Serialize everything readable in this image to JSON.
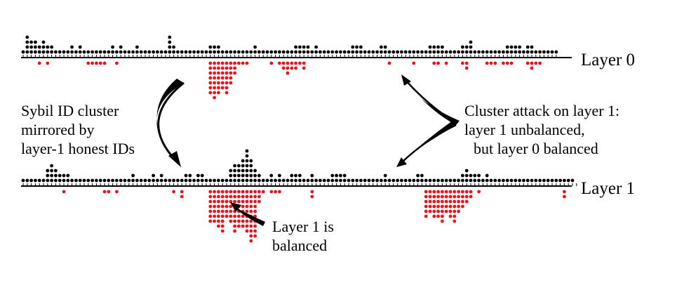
{
  "layers": [
    {
      "label": "Layer 0",
      "above": [
        1,
        4,
        3,
        3,
        2,
        3,
        2,
        2,
        1,
        1,
        1,
        1,
        2,
        1,
        2,
        1,
        1,
        1,
        1,
        1,
        1,
        1,
        2,
        1,
        2,
        1,
        1,
        1,
        2,
        1,
        1,
        1,
        1,
        1,
        1,
        1,
        4,
        2,
        1,
        1,
        1,
        1,
        1,
        1,
        1,
        1,
        2,
        2,
        2,
        1,
        1,
        1,
        1,
        1,
        1,
        1,
        1,
        2,
        1,
        1,
        1,
        1,
        1,
        1,
        1,
        1,
        1,
        2,
        2,
        2,
        2,
        1,
        2,
        1,
        1,
        1,
        1,
        1,
        1,
        1,
        1,
        2,
        2,
        2,
        1,
        1,
        1,
        1,
        2,
        2,
        1,
        1,
        1,
        1,
        1,
        1,
        1,
        1,
        1,
        1,
        2,
        2,
        2,
        2,
        1,
        1,
        1,
        1,
        2,
        2,
        3,
        1,
        1,
        1,
        1,
        1,
        1,
        1,
        1,
        2,
        2,
        2,
        2,
        1,
        2,
        2,
        1,
        1,
        1,
        1,
        1,
        1
      ],
      "below": [
        0,
        0,
        0,
        0,
        1,
        0,
        1,
        0,
        0,
        0,
        0,
        0,
        0,
        0,
        0,
        0,
        1,
        1,
        1,
        1,
        1,
        0,
        0,
        1,
        0,
        0,
        0,
        0,
        0,
        0,
        0,
        0,
        0,
        0,
        0,
        0,
        0,
        0,
        0,
        0,
        0,
        0,
        0,
        0,
        0,
        0,
        7,
        8,
        7,
        6,
        7,
        5,
        3,
        1,
        1,
        1,
        0,
        0,
        0,
        0,
        0,
        1,
        0,
        1,
        2,
        3,
        2,
        2,
        1,
        2,
        0,
        0,
        0,
        0,
        0,
        0,
        0,
        0,
        0,
        0,
        0,
        0,
        0,
        0,
        0,
        0,
        0,
        0,
        0,
        0,
        1,
        0,
        0,
        0,
        0,
        0,
        1,
        0,
        0,
        0,
        0,
        1,
        1,
        0,
        1,
        0,
        0,
        0,
        1,
        2,
        0,
        0,
        0,
        0,
        1,
        1,
        1,
        0,
        1,
        1,
        1,
        0,
        0,
        0,
        1,
        2,
        1,
        1,
        0,
        0,
        0,
        0
      ]
    },
    {
      "label": "Layer 1",
      "above": [
        1,
        1,
        1,
        1,
        1,
        1,
        3,
        4,
        3,
        2,
        2,
        2,
        1,
        1,
        1,
        1,
        1,
        1,
        1,
        1,
        1,
        1,
        1,
        1,
        1,
        1,
        1,
        2,
        1,
        1,
        1,
        1,
        2,
        1,
        2,
        1,
        1,
        1,
        1,
        1,
        2,
        2,
        1,
        2,
        2,
        1,
        1,
        1,
        1,
        1,
        1,
        3,
        4,
        4,
        5,
        7,
        5,
        3,
        2,
        1,
        1,
        2,
        1,
        2,
        1,
        1,
        2,
        2,
        2,
        1,
        1,
        2,
        1,
        1,
        1,
        1,
        2,
        2,
        2,
        2,
        1,
        1,
        1,
        1,
        1,
        1,
        1,
        1,
        1,
        2,
        1,
        1,
        1,
        1,
        1,
        1,
        1,
        2,
        2,
        1,
        1,
        1,
        1,
        1,
        1,
        1,
        1,
        1,
        2,
        3,
        2,
        2,
        2,
        1,
        2,
        1,
        1,
        1,
        1,
        1,
        1,
        1,
        1,
        1,
        1,
        1,
        1,
        1,
        1,
        1,
        1,
        1,
        1,
        1,
        1,
        1
      ],
      "below": [
        0,
        0,
        0,
        0,
        0,
        0,
        0,
        0,
        0,
        0,
        1,
        0,
        0,
        0,
        0,
        0,
        0,
        0,
        0,
        0,
        1,
        1,
        0,
        1,
        0,
        0,
        0,
        0,
        0,
        0,
        0,
        0,
        0,
        0,
        0,
        0,
        0,
        1,
        0,
        2,
        0,
        0,
        0,
        0,
        0,
        0,
        7,
        7,
        8,
        9,
        6,
        7,
        9,
        8,
        8,
        9,
        11,
        10,
        3,
        1,
        0,
        1,
        1,
        1,
        0,
        0,
        0,
        0,
        0,
        0,
        0,
        2,
        0,
        0,
        0,
        0,
        0,
        0,
        0,
        0,
        0,
        0,
        0,
        0,
        0,
        0,
        0,
        0,
        0,
        0,
        0,
        0,
        0,
        0,
        0,
        0,
        0,
        0,
        0,
        6,
        5,
        6,
        6,
        7,
        5,
        6,
        7,
        5,
        4,
        3,
        2,
        0,
        1,
        0,
        0,
        0,
        0,
        0,
        0,
        0,
        0,
        0,
        0,
        0,
        0,
        0,
        0,
        0,
        0,
        0,
        0,
        0,
        0,
        2,
        0,
        0,
        0
      ]
    }
  ],
  "annotations": {
    "sybil": [
      "Sybil ID cluster",
      "mirrored by",
      "layer-1 honest IDs"
    ],
    "attack": [
      "Cluster attack on layer 1:",
      "layer 1 unbalanced,",
      "but layer 0 balanced"
    ],
    "balanced": [
      "Layer 1 is",
      "balanced"
    ]
  },
  "colors": {
    "honest": "#000000",
    "sybil": "#e8141c",
    "axis": "#000000"
  }
}
